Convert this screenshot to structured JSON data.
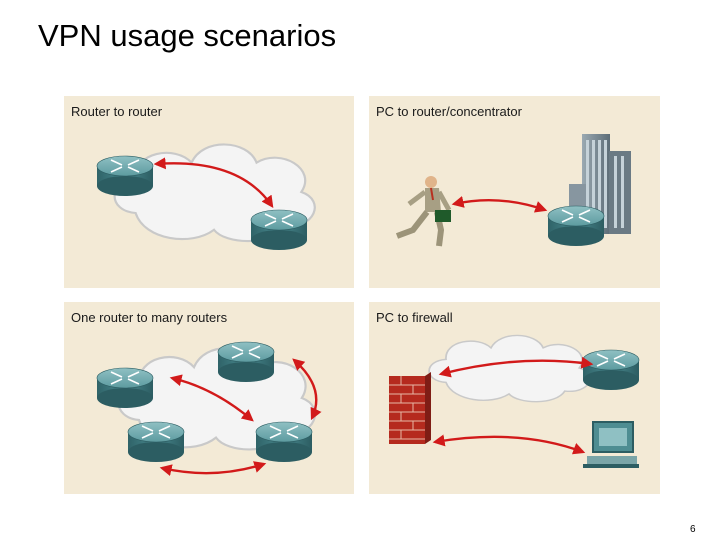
{
  "slide": {
    "title": "VPN usage scenarios",
    "page_number": "6"
  },
  "panels": [
    {
      "label": "Router to router"
    },
    {
      "label": "PC to router/concentrator"
    },
    {
      "label": "One router to many routers"
    },
    {
      "label": "PC to firewall"
    }
  ],
  "colors": {
    "panel_background": "#f3ead6",
    "router_body": "#3f7b80",
    "cloud": "#f4f4f4",
    "tunnel_arrow": "#d21a1a",
    "firewall_brick": "#b52a1e",
    "building": "#7c8c96"
  },
  "icons": [
    "router-icon",
    "cloud-icon",
    "tunnel-arrow-icon",
    "traveler-icon",
    "building-icon",
    "firewall-icon",
    "pc-icon"
  ]
}
